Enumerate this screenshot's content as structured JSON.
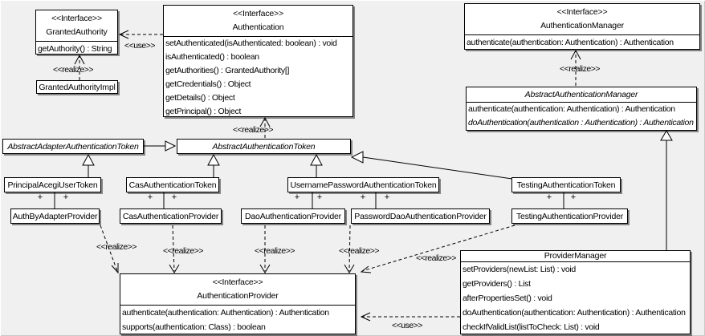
{
  "colors": {
    "background": "#f0f0f0",
    "box_fill": "#ffffff",
    "line": "#000000"
  },
  "labels": {
    "use": "<<use>>",
    "realize": "<<realize>>",
    "plus": "+"
  },
  "classes": {
    "granted_authority": {
      "stereotype": "<<Interface>>",
      "name": "GrantedAuthority",
      "methods": [
        "getAuthority() : String"
      ]
    },
    "granted_authority_impl": {
      "name": "GrantedAuthorityImpl"
    },
    "authentication": {
      "stereotype": "<<Interface>>",
      "name": "Authentication",
      "methods": [
        "setAuthenticated(isAuthenticated: boolean) : void",
        "isAuthenticated() : boolean",
        "getAuthorities() : GrantedAuthority[]",
        "getCredentials() : Object",
        "getDetails() : Object",
        "getPrincipal() : Object"
      ]
    },
    "authentication_manager": {
      "stereotype": "<<Interface>>",
      "name": "AuthenticationManager",
      "methods": [
        "authenticate(authentication: Authentication) : Authentication"
      ]
    },
    "abstract_authentication_manager": {
      "name": "AbstractAuthenticationManager",
      "methods": [
        "authenticate(authentication: Authentication) : Authentication",
        "doAuthentication(authentication : Authentication) : Authentication"
      ]
    },
    "abstract_adapter_authentication_token": {
      "name": "AbstractAdapterAuthenticationToken"
    },
    "abstract_authentication_token": {
      "name": "AbstractAuthenticationToken"
    },
    "principal_acegi_user_token": {
      "name": "PrincipalAcegiUserToken"
    },
    "cas_authentication_token": {
      "name": "CasAuthenticationToken"
    },
    "username_password_authentication_token": {
      "name": "UsernamePasswordAuthenticationToken"
    },
    "testing_authentication_token": {
      "name": "TestingAuthenticationToken"
    },
    "auth_by_adapter_provider": {
      "name": "AuthByAdapterProvider"
    },
    "cas_authentication_provider": {
      "name": "CasAuthenticationProvider"
    },
    "dao_authentication_provider": {
      "name": "DaoAuthenticationProvider"
    },
    "password_dao_authentication_provider": {
      "name": "PasswordDaoAuthenticationProvider"
    },
    "testing_authentication_provider": {
      "name": "TestingAuthenticationProvider"
    },
    "authentication_provider": {
      "stereotype": "<<Interface>>",
      "name": "AuthenticationProvider",
      "methods": [
        "authenticate(authentication: Authentication) : Authentication",
        "supports(authentication: Class) : boolean"
      ]
    },
    "provider_manager": {
      "name": "ProviderManager",
      "methods": [
        "setProviders(newList: List) : void",
        "getProviders() : List",
        "afterPropertiesSet() : void",
        "doAuthentication(authentication: Authentication) : Authentication",
        "checkIfValidList(listToCheck: List) : void"
      ]
    }
  }
}
